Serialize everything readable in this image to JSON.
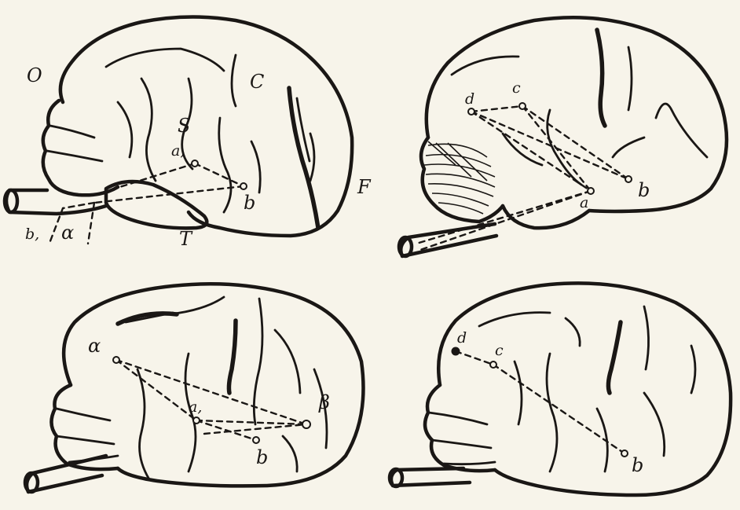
{
  "panels": [
    {
      "id": "top-left",
      "region_labels": [
        "O",
        "C",
        "S",
        "F",
        "T"
      ],
      "point_labels": [
        "a,",
        "b",
        "b,",
        "α"
      ]
    },
    {
      "id": "top-right",
      "point_labels": [
        "d",
        "c",
        "b",
        "a"
      ]
    },
    {
      "id": "bottom-left",
      "point_labels": [
        "α",
        "a,",
        "β",
        "b"
      ]
    },
    {
      "id": "bottom-right",
      "point_labels": [
        "d",
        "c",
        "b"
      ]
    }
  ]
}
